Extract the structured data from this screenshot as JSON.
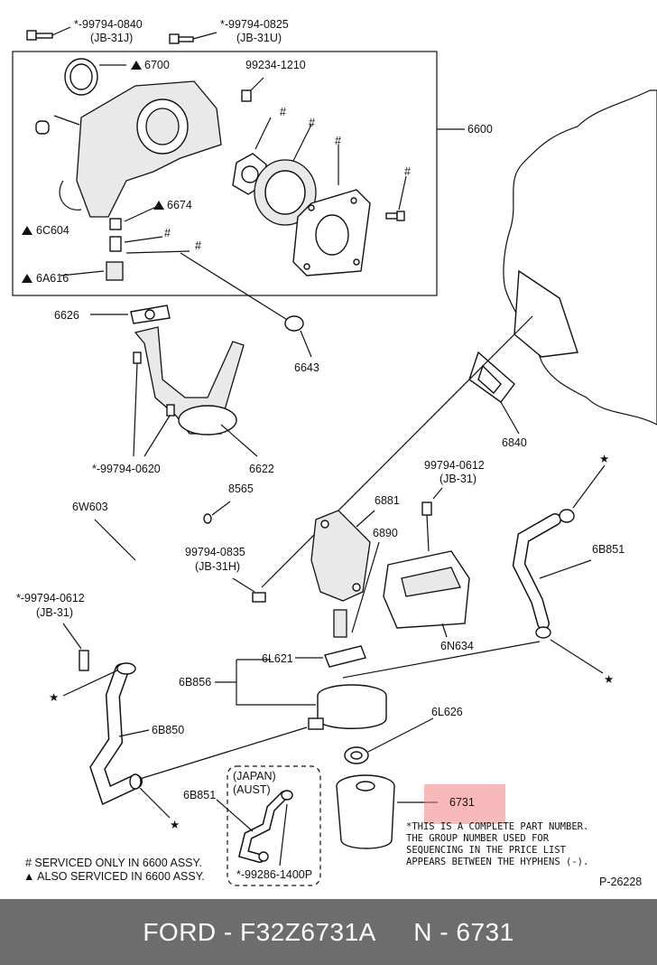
{
  "callouts": {
    "bolt_0840": "*-99794-0840",
    "bolt_0840_tool": "(JB-31J)",
    "bolt_0825": "*-99794-0825",
    "bolt_0825_tool": "(JB-31U)",
    "seal_6700": "6700",
    "pin_99234": "99234-1210",
    "pump_6600": "6600",
    "plug_6c604": "6C604",
    "spring_6674": "6674",
    "valve_6a616": "6A616",
    "gasket_6626": "6626",
    "oring_6643": "6643",
    "bolt_0620": "*-99794-0620",
    "pickup_6622": "6622",
    "gasket_6840": "6840",
    "bolt_0612_a": "99794-0612",
    "bolt_0612_a_tool": "(JB-31)",
    "adapter_6881": "6881",
    "tube_6w603": "6W603",
    "oring_8565": "8565",
    "stud_6890": "6890",
    "bolt_0835": "99794-0835",
    "bolt_0835_tool": "(JB-31H)",
    "hose_6b851": "6B851",
    "bolt_0612_b": "*-99794-0612",
    "bolt_0612_b_tool": "(JB-31)",
    "shield_6n634": "6N634",
    "gasket_6l621": "6L621",
    "cooler_6b856": "6B856",
    "hose_6b850": "6B850",
    "nut_6l626": "6L626",
    "filter_6731": "6731",
    "japan_aust": "(JAPAN)",
    "japan_aust_2": "(AUST)",
    "hose_6b851_b": "6B851",
    "clamp_1400p": "*-99286-1400P",
    "drawing_no": "P-26228",
    "hash": "#",
    "star": "★"
  },
  "note": {
    "line1": "*THIS IS A COMPLETE PART NUMBER.",
    "line2": "THE GROUP NUMBER USED FOR",
    "line3": "SEQUENCING IN THE PRICE LIST",
    "line4": "APPEARS BETWEEN THE HYPHENS (-)."
  },
  "legend": {
    "hash_text": "# SERVICED ONLY IN 6600 ASSY.",
    "triangle_text": "▲ ALSO SERVICED IN 6600 ASSY."
  },
  "highlight_color": "#f08080",
  "footer": {
    "brand": "FORD - F32Z6731A",
    "part": "N - 6731"
  }
}
